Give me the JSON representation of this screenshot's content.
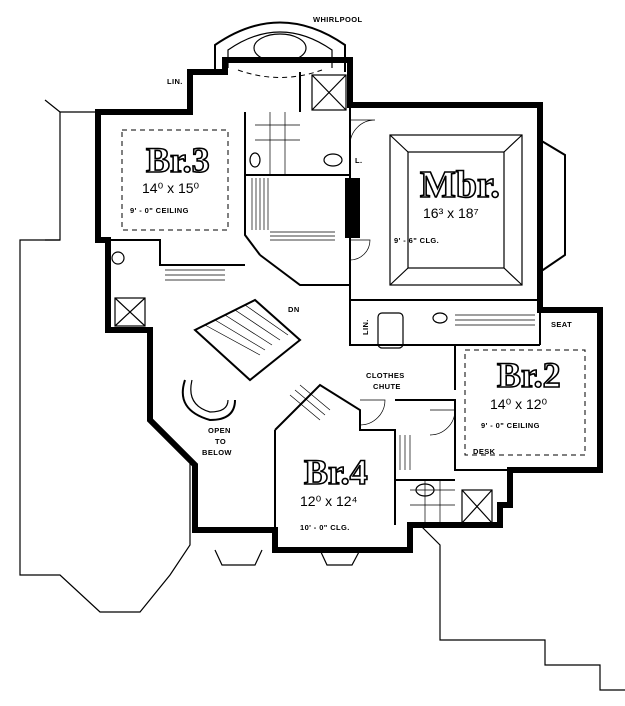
{
  "labels": {
    "whirlpool": "WHIRLPOOL",
    "lin_top": "LIN.",
    "lin_mid": "LIN.",
    "l_small": "L.",
    "dn": "DN",
    "clothes_chute_1": "CLOTHES",
    "clothes_chute_2": "CHUTE",
    "open_1": "OPEN",
    "open_2": "TO",
    "open_3": "BELOW",
    "desk": "DESK",
    "seat": "SEAT"
  },
  "rooms": {
    "br3": {
      "name": "Br.3",
      "dim": "14⁰ x 15⁰",
      "ceiling": "9' - 0\" CEILING"
    },
    "mbr": {
      "name": "Mbr.",
      "dim": "16³ x 18⁷",
      "ceiling": "9' - 6\" CLG."
    },
    "br2": {
      "name": "Br.2",
      "dim": "14⁰ x 12⁰",
      "ceiling": "9' - 0\" CEILING"
    },
    "br4": {
      "name": "Br.4",
      "dim": "12⁰ x 12⁴",
      "ceiling": "10' - 0\" CLG."
    }
  }
}
